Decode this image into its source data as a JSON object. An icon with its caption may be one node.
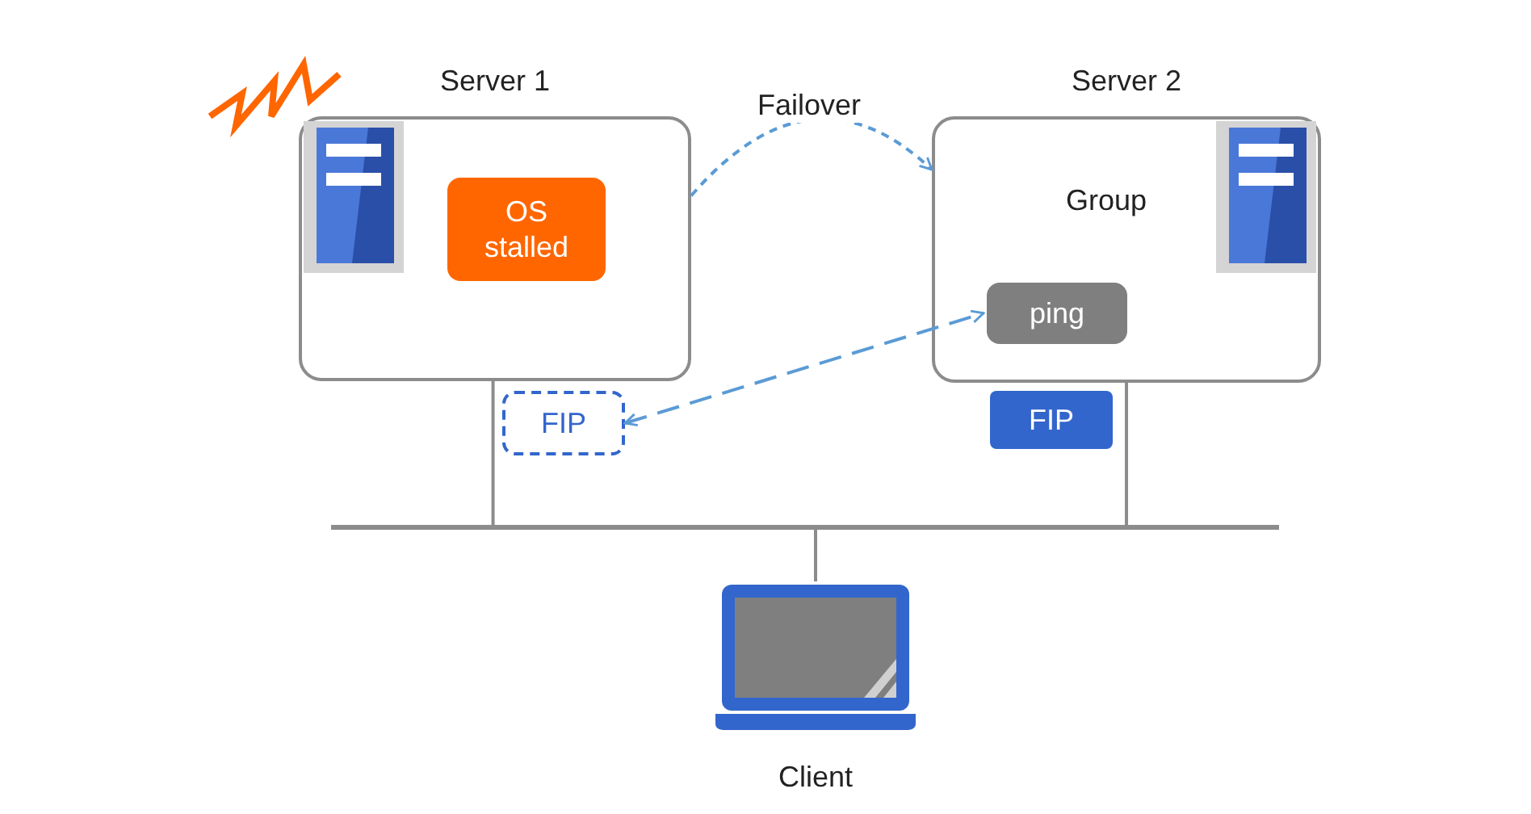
{
  "diagram": {
    "nodes": [
      {
        "text": [
          "Server 1"
        ]
      },
      {
        "text": [
          "OS stalled"
        ],
        "in": 0
      },
      {
        "text": [
          "FIP"
        ]
      },
      {
        "text": [
          "Server 2"
        ]
      },
      {
        "text": [
          "ping"
        ],
        "in": 3
      },
      {
        "text": [
          "FIP"
        ]
      },
      {
        "text": [],
        "shape": "bar"
      },
      {
        "text": [
          "Client"
        ]
      }
    ],
    "edges": [
      {
        "from": 0,
        "to": 3,
        "arrow": "to",
        "label": "Failover",
        "style": "dashed",
        "color": "#5b9bd5"
      },
      {
        "from": 2,
        "to": 4,
        "arrow": "both",
        "style": "dashed",
        "color": "#5b9bd5"
      },
      {
        "from": 0,
        "to": 6,
        "arrow": "none"
      },
      {
        "from": 3,
        "to": 6,
        "arrow": "none"
      },
      {
        "from": 7,
        "to": 6,
        "arrow": "none"
      }
    ],
    "labels": [
      "Group"
    ]
  }
}
